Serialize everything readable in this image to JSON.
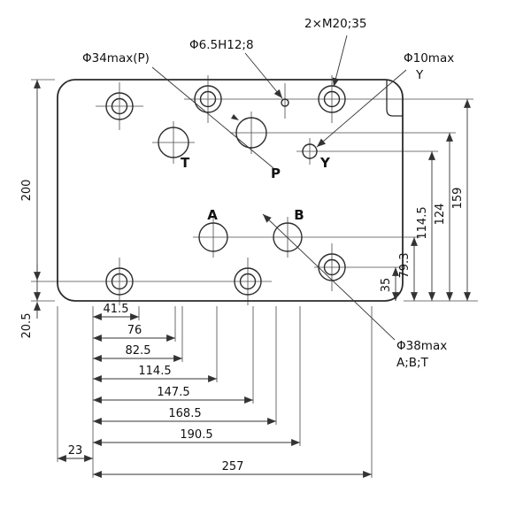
{
  "drawing": {
    "annotations": {
      "phi34": "Φ34max(P)",
      "phi65": "Φ6.5H12;8",
      "m20": "2×M20;35",
      "phi10_line1": "Φ10max",
      "phi10_line2": "Y",
      "phi38_line1": "Φ38max",
      "phi38_line2": "A;B;T"
    },
    "ports": {
      "p": "P",
      "t": "T",
      "a": "A",
      "b": "B",
      "y": "Y"
    },
    "dims": {
      "height": "200",
      "bottom_margin": "20.5",
      "right_35": "35",
      "right_79_3": "79.3",
      "right_114_5": "114.5",
      "right_124": "124",
      "right_159": "159",
      "b_41_5": "41.5",
      "b_76": "76",
      "b_82_5": "82.5",
      "b_114_5": "114.5",
      "b_147_5": "147.5",
      "b_168_5": "168.5",
      "b_190_5": "190.5",
      "b_23": "23",
      "b_257": "257"
    },
    "colors": {
      "line": "#2b2b2b",
      "background": "#ffffff"
    }
  }
}
